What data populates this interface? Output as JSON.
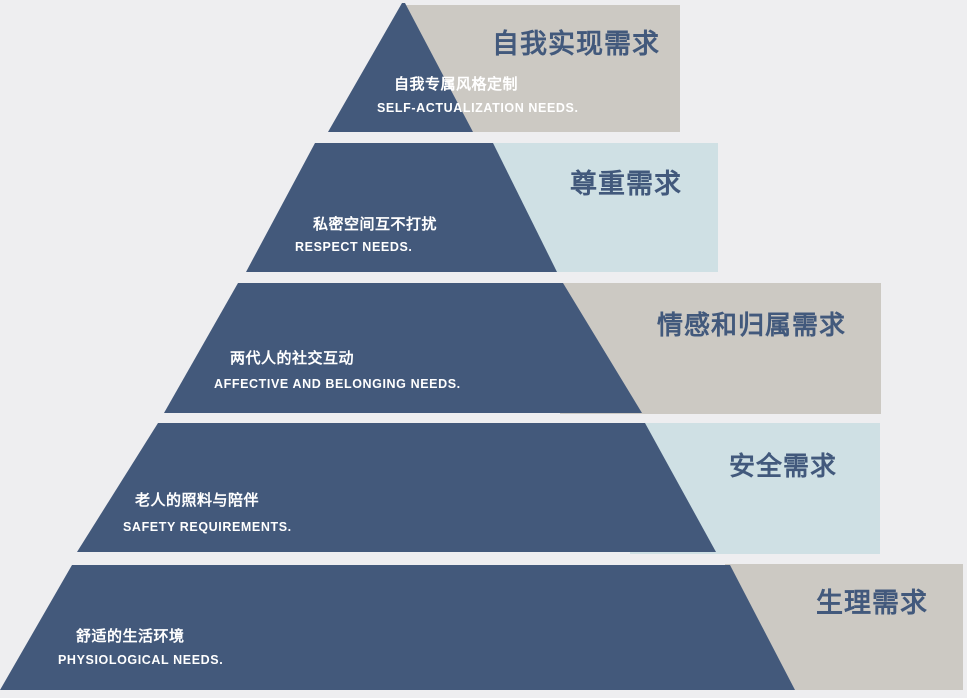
{
  "colors": {
    "bg": "#EEEEF0",
    "pyramid": "#43597B",
    "box_gray": "#CCC9C3",
    "box_blue": "#CFE0E4",
    "title_text": "#42597C",
    "caption_text": "#FFFFFF"
  },
  "pyramid": {
    "type": "hierarchy-pyramid",
    "levels": [
      {
        "rank": 1,
        "title": "自我实现需求",
        "caption_zh": "自我专属风格定制",
        "caption_en": "SELF-ACTUALIZATION NEEDS.",
        "box_style": "gray"
      },
      {
        "rank": 2,
        "title": "尊重需求",
        "caption_zh": "私密空间互不打扰",
        "caption_en": "RESPECT NEEDS.",
        "box_style": "blue"
      },
      {
        "rank": 3,
        "title": "情感和归属需求",
        "caption_zh": "两代人的社交互动",
        "caption_en": "AFFECTIVE AND BELONGING NEEDS.",
        "box_style": "gray"
      },
      {
        "rank": 4,
        "title": "安全需求",
        "caption_zh": "老人的照料与陪伴",
        "caption_en": "SAFETY REQUIREMENTS.",
        "box_style": "blue"
      },
      {
        "rank": 5,
        "title": "生理需求",
        "caption_zh": "舒适的生活环境",
        "caption_en": "PHYSIOLOGICAL NEEDS.",
        "box_style": "gray"
      }
    ]
  }
}
